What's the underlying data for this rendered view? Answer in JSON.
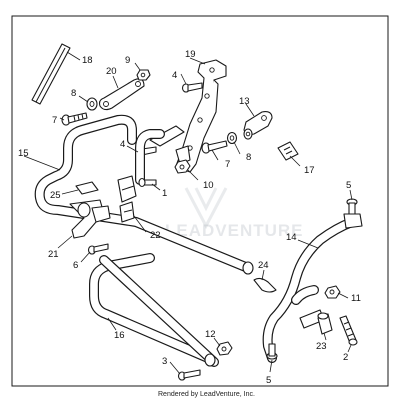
{
  "watermark": {
    "text": "LEADVENTURE"
  },
  "footer": {
    "credit": "Rendered by LeadVenture, Inc."
  },
  "callouts": {
    "c18": "18",
    "c9": "9",
    "c19": "19",
    "c4a": "4",
    "c20": "20",
    "c8a": "8",
    "c7a": "7",
    "c13": "13",
    "c15": "15",
    "c4b": "4",
    "c7b": "7",
    "c8b": "8",
    "c17": "17",
    "c1": "1",
    "c10": "10",
    "c25": "25",
    "c5a": "5",
    "c22": "22",
    "c21": "21",
    "c14": "14",
    "c6": "6",
    "c24": "24",
    "c11": "11",
    "c16": "16",
    "c12": "12",
    "c23": "23",
    "c2": "2",
    "c3": "3",
    "c5b": "5"
  }
}
